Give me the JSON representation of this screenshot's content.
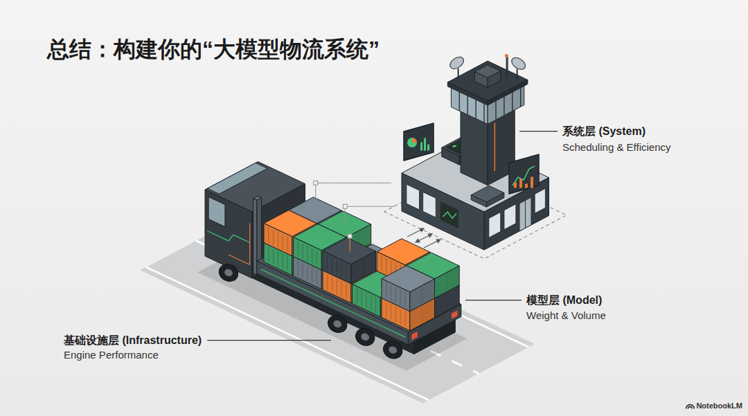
{
  "diagram": {
    "title": "总结：构建你的“大模型物流系统”",
    "labels": [
      "系统层 (System)",
      "Scheduling & Efficiency",
      "模型层 (Model)",
      "Weight & Volume",
      "基础设施层 (Infrastructure)",
      "Engine Performance",
      "NotebookLM"
    ]
  }
}
